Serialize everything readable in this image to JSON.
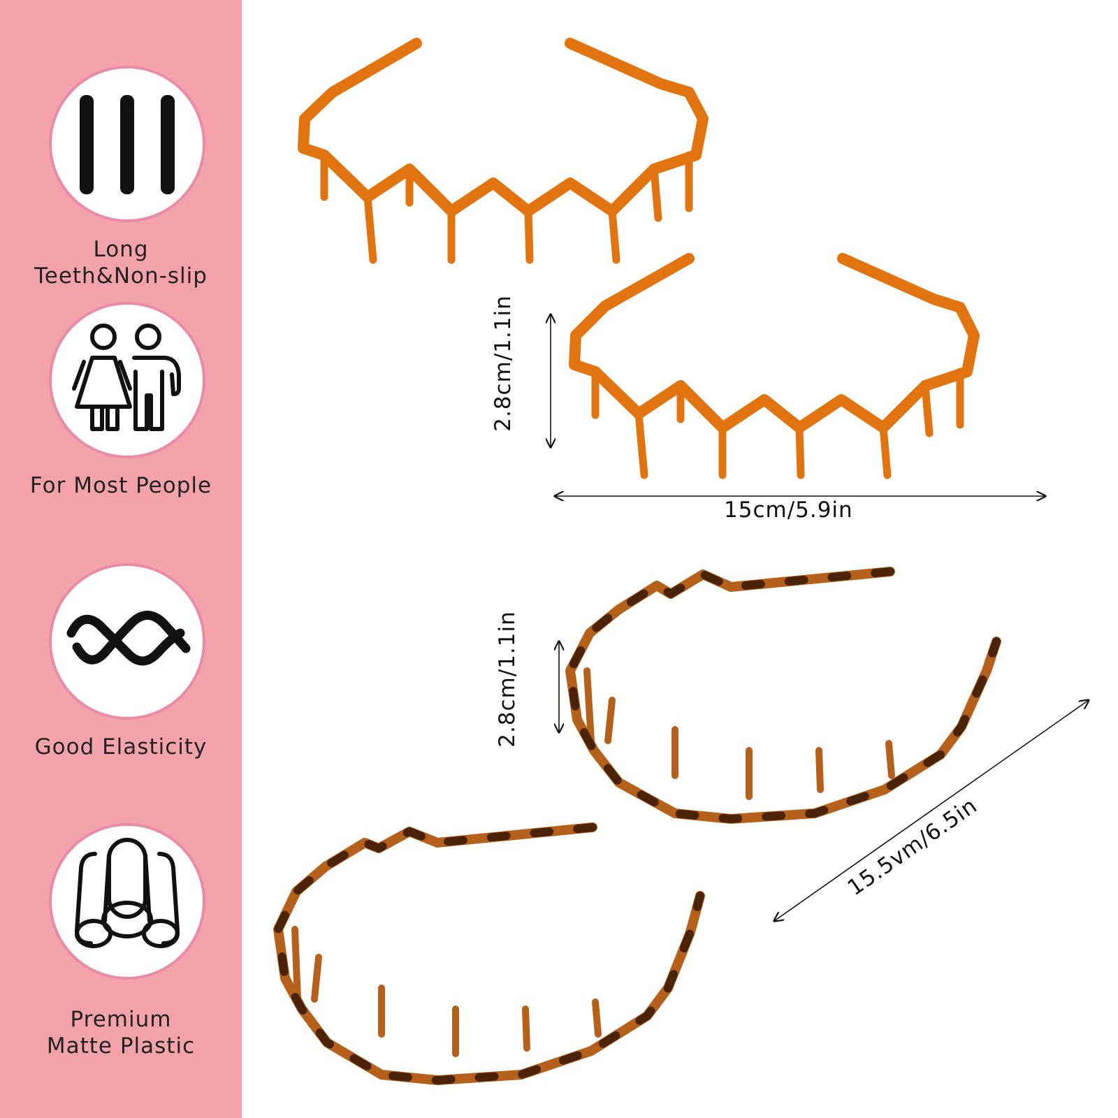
{
  "colors": {
    "sidebar_bg": "#f5a3ab",
    "circle_border": "#e98aa6",
    "amber_band": "#e27410",
    "tortoise_band": "#b5611c",
    "tortoise_spot": "#4a2308"
  },
  "features": [
    {
      "icon": "long-teeth-icon",
      "label": "Long\nTeeth&Non-slip"
    },
    {
      "icon": "people-icon",
      "label": "For Most People"
    },
    {
      "icon": "elasticity-wave-icon",
      "label": "Good Elasticity"
    },
    {
      "icon": "plastic-rolls-icon",
      "label": "Premium\nMatte Plastic"
    }
  ],
  "dimensions": {
    "amber_height": "2.8cm/1.1in",
    "amber_width": "15cm/5.9in",
    "tortoise_height": "2.8cm/1.1in",
    "tortoise_length": "15.5vm/6.5in"
  }
}
